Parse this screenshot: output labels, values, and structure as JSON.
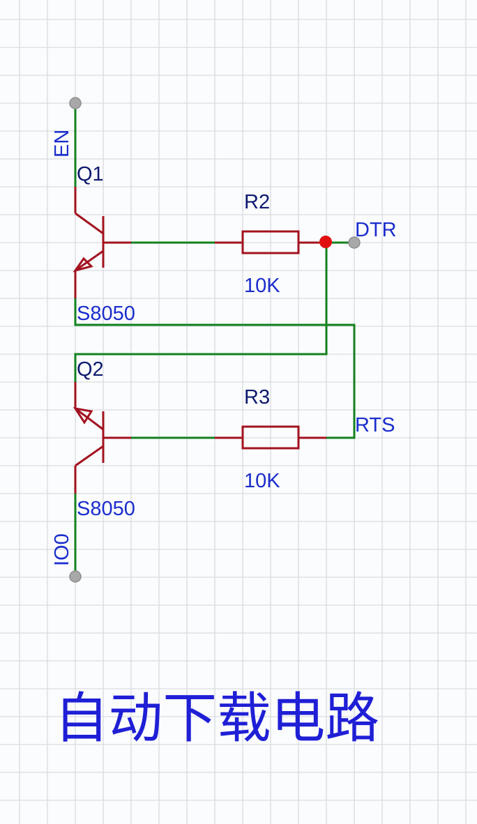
{
  "diagram": {
    "title": "自动下载电路",
    "colors": {
      "background": "#fbfcfe",
      "grid": "#d9dbe0",
      "wire": "#13811f",
      "component": "#a3121f",
      "junction": "#e01010",
      "pin": "#a8a8a8",
      "net_label": "#1a2dcc",
      "designator": "#0d1a6e",
      "title": "#1f1fd6"
    },
    "nets": {
      "en": "EN",
      "dtr": "DTR",
      "rts": "RTS",
      "io0": "IO0"
    },
    "transistors": [
      {
        "designator": "Q1",
        "part": "S8050",
        "type": "NPN"
      },
      {
        "designator": "Q2",
        "part": "S8050",
        "type": "NPN"
      }
    ],
    "resistors": [
      {
        "designator": "R2",
        "value": "10K"
      },
      {
        "designator": "R3",
        "value": "10K"
      }
    ]
  }
}
